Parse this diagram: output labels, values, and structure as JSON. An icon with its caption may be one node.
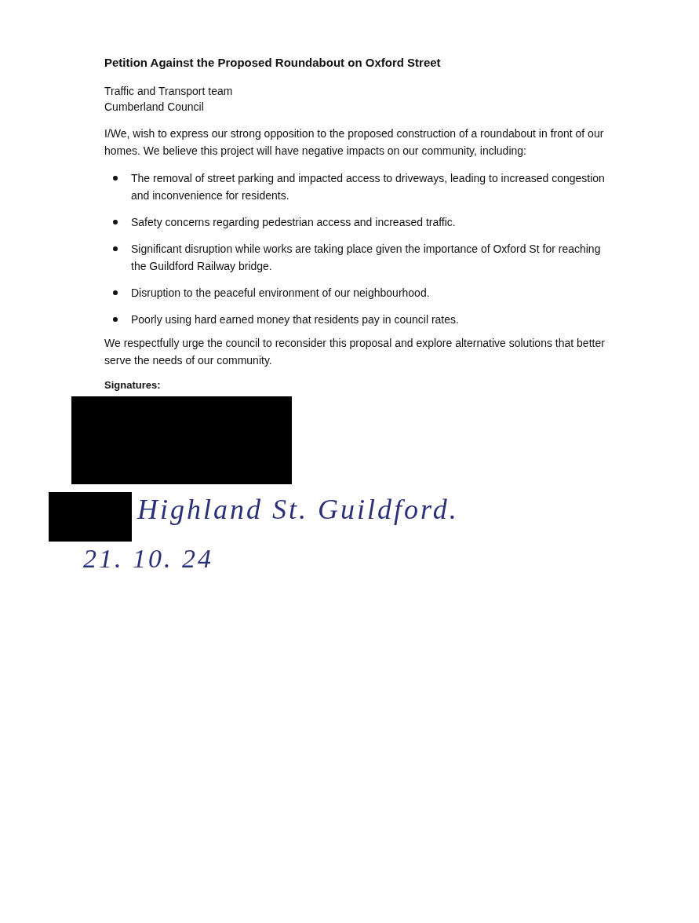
{
  "diagram": {
    "title": "Petition Against the Proposed Roundabout on Oxford Street",
    "labels": [
      "Traffic and Transport team",
      "Cumberland Council",
      "I/We, wish to express our strong opposition to the proposed construction of a roundabout in front of our homes. We believe this project will have negative impacts on our community, including:",
      "The removal of street parking and impacted access to driveways, leading to increased congestion and inconvenience for residents.",
      "Safety concerns regarding pedestrian access and increased traffic.",
      "Significant disruption while works are taking place given the importance of Oxford St for reaching the Guildford Railway bridge.",
      "Disruption to the peaceful environment of our neighbourhood.",
      "Poorly using hard earned money that residents pay in council rates.",
      "We respectfully urge the council to reconsider this proposal and explore alternative solutions that better serve the needs of our community.",
      "Signatures:",
      "Highland St. Guildford.",
      "21. 10. 24"
    ]
  }
}
